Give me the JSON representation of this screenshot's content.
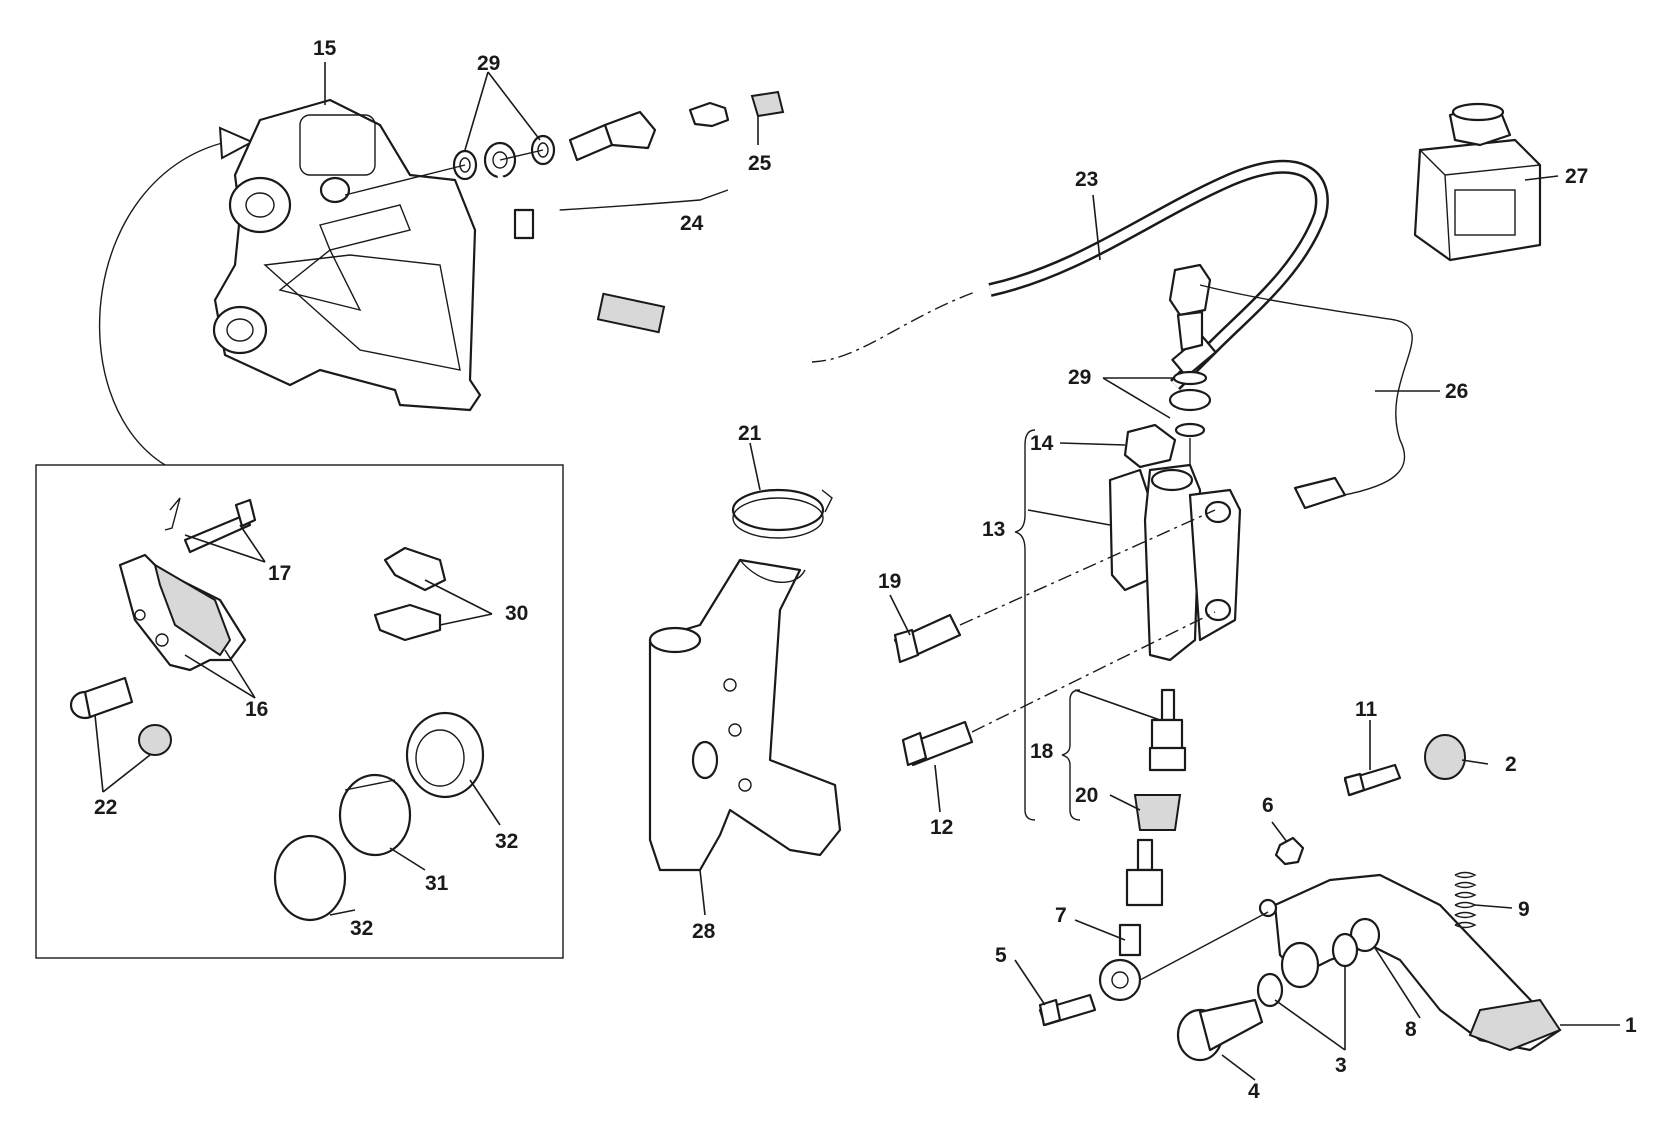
{
  "diagram": {
    "callouts": {
      "c15": "15",
      "c29a": "29",
      "c25": "25",
      "c24": "24",
      "c23": "23",
      "c27": "27",
      "c29b": "29",
      "c26": "26",
      "c21": "21",
      "c14": "14",
      "c13": "13",
      "c19": "19",
      "c17": "17",
      "c30": "30",
      "c16": "16",
      "c22": "22",
      "c32a": "32",
      "c31": "31",
      "c32b": "32",
      "c28": "28",
      "c18": "18",
      "c20": "20",
      "c12": "12",
      "c11": "11",
      "c2": "2",
      "c6": "6",
      "c9": "9",
      "c7": "7",
      "c5": "5",
      "c8": "8",
      "c1": "1",
      "c3": "3",
      "c4": "4"
    }
  }
}
